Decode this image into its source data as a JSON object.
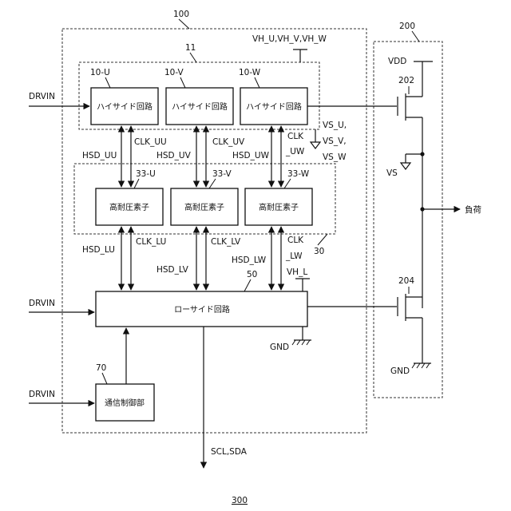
{
  "refs": {
    "device": "100",
    "high_side_group": "11",
    "hv_group": "30",
    "low_side": "50",
    "comm": "70",
    "bridge": "200",
    "transistor_high": "202",
    "transistor_low": "204",
    "figure": "300"
  },
  "high_side": [
    {
      "ref": "10-U",
      "label": "ハイサイド回路"
    },
    {
      "ref": "10-V",
      "label": "ハイサイド回路"
    },
    {
      "ref": "10-W",
      "label": "ハイサイド回路"
    }
  ],
  "hv_elements": [
    {
      "ref": "33-U",
      "label": "高耐圧素子"
    },
    {
      "ref": "33-V",
      "label": "高耐圧素子"
    },
    {
      "ref": "33-W",
      "label": "高耐圧素子"
    }
  ],
  "low_side_label": "ローサイド回路",
  "comm_label": "通信制御部",
  "signals": {
    "drvin": "DRVIN",
    "vh_top": "VH_U,VH_V,VH_W",
    "vs_u": "VS_U,",
    "vs_v": "VS_V,",
    "vs_w": "VS_W",
    "clk_uu": "CLK_UU",
    "clk_uv": "CLK_UV",
    "clk_uw_1": "CLK",
    "clk_uw_2": "_UW",
    "hsd_uu": "HSD_UU",
    "hsd_uv": "HSD_UV",
    "hsd_uw": "HSD_UW",
    "clk_lu": "CLK_LU",
    "clk_lv": "CLK_LV",
    "clk_lw_1": "CLK",
    "clk_lw_2": "_LW",
    "hsd_lu": "HSD_LU",
    "hsd_lv": "HSD_LV",
    "hsd_lw": "HSD_LW",
    "vh_l": "VH_L",
    "gnd": "GND",
    "vdd": "VDD",
    "vs": "VS",
    "load": "負荷",
    "scl_sda": "SCL,SDA"
  }
}
